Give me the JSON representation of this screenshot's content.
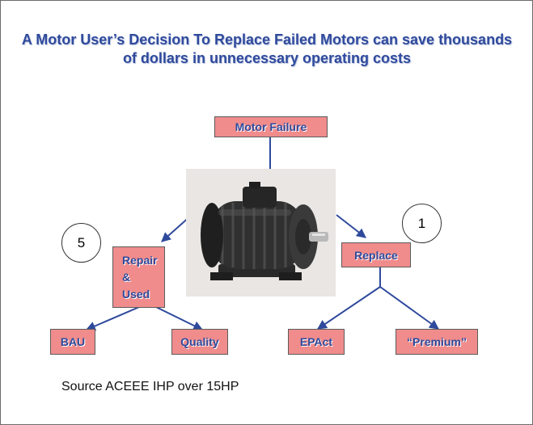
{
  "title": "A Motor User’s Decision To Replace Failed Motors can save thousands of dollars in unnecessary operating costs",
  "nodes": {
    "motor_failure": "Motor Failure",
    "repair_line1": "Repair",
    "repair_line2": "&",
    "repair_line3": "Used",
    "replace": "Replace",
    "bau": "BAU",
    "quality": "Quality",
    "epact": "EPAct",
    "premium": "“Premium”"
  },
  "circles": {
    "repair_count": "5",
    "replace_count": "1"
  },
  "source": "Source ACEEE IHP over 15HP",
  "colors": {
    "box_fill": "#f08c8c",
    "text_blue": "#2f4a9c",
    "line_blue": "#2f4a9c"
  },
  "icons": {
    "motor": "electric-motor-photo"
  }
}
